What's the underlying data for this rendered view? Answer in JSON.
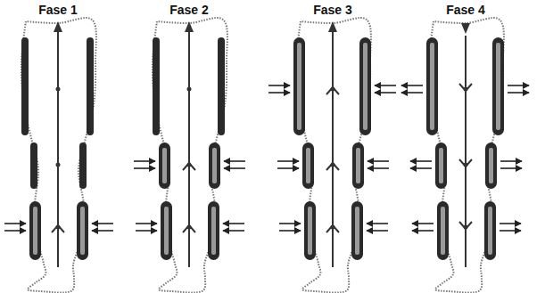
{
  "diagram": {
    "labels": [
      "Fase 1",
      "Fase 2",
      "Fase 3",
      "Fase 4"
    ]
  }
}
